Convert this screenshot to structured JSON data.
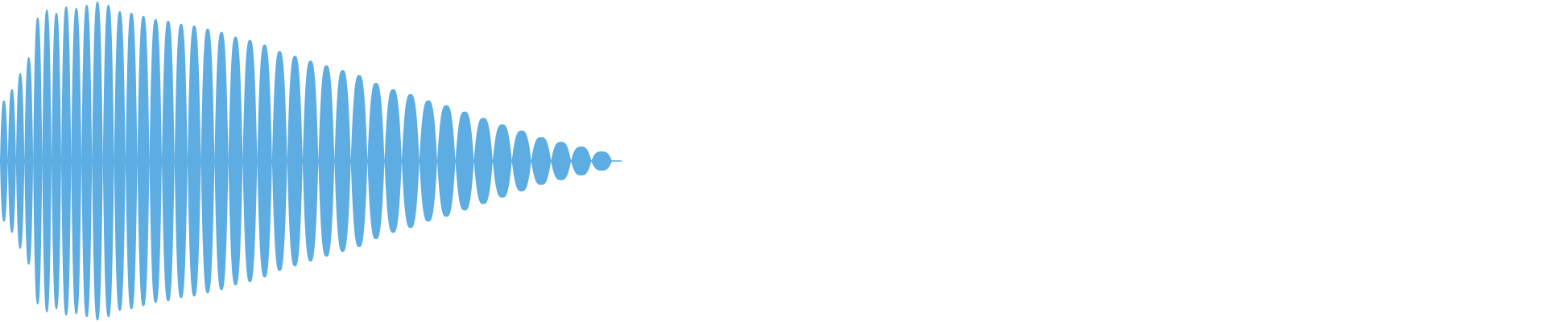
{
  "waveform": {
    "color": "#5dade2",
    "background": "#ffffff",
    "cycles": [
      {
        "peak": 0.38
      },
      {
        "peak": 0.45
      },
      {
        "peak": 0.55
      },
      {
        "peak": 0.65
      },
      {
        "peak": 0.9
      },
      {
        "peak": 0.95
      },
      {
        "peak": 0.93
      },
      {
        "peak": 0.97
      },
      {
        "peak": 0.96
      },
      {
        "peak": 0.98
      },
      {
        "peak": 1.0
      },
      {
        "peak": 0.98
      },
      {
        "peak": 0.94
      },
      {
        "peak": 0.93
      },
      {
        "peak": 0.91
      },
      {
        "peak": 0.89
      },
      {
        "peak": 0.88
      },
      {
        "peak": 0.86
      },
      {
        "peak": 0.85
      },
      {
        "peak": 0.83
      },
      {
        "peak": 0.81
      },
      {
        "peak": 0.78
      },
      {
        "peak": 0.76
      },
      {
        "peak": 0.73
      },
      {
        "peak": 0.69
      },
      {
        "peak": 0.66
      },
      {
        "peak": 0.63
      },
      {
        "peak": 0.6
      },
      {
        "peak": 0.57
      },
      {
        "peak": 0.54
      },
      {
        "peak": 0.49
      },
      {
        "peak": 0.45
      },
      {
        "peak": 0.42
      },
      {
        "peak": 0.38
      },
      {
        "peak": 0.35
      },
      {
        "peak": 0.31
      },
      {
        "peak": 0.27
      },
      {
        "peak": 0.23
      },
      {
        "peak": 0.19
      },
      {
        "peak": 0.15
      },
      {
        "peak": 0.12
      },
      {
        "peak": 0.09
      },
      {
        "peak": 0.06
      }
    ]
  }
}
